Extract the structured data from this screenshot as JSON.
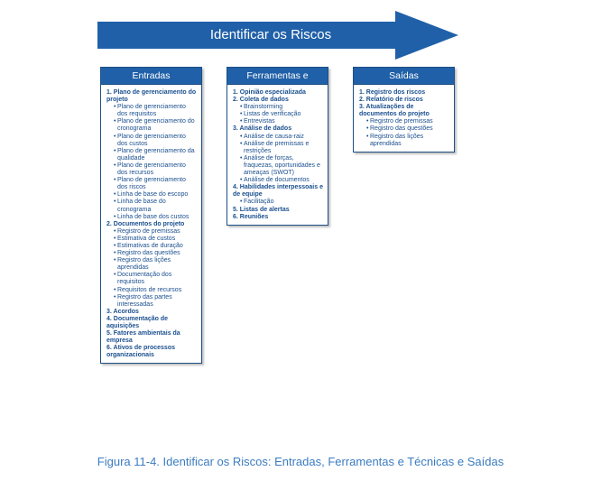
{
  "banner": {
    "title": "Identificar os Riscos",
    "color": "#2060a8"
  },
  "entradas": {
    "title": "Entradas",
    "lines": [
      {
        "type": "item",
        "text": "1. Plano de gerenciamento do projeto"
      },
      {
        "type": "sub",
        "text": "Plano de gerenciamento dos requisitos"
      },
      {
        "type": "sub",
        "text": "Plano de gerenciamento do cronograma"
      },
      {
        "type": "sub",
        "text": "Plano de gerenciamento dos custos"
      },
      {
        "type": "sub",
        "text": "Plano de gerenciamento da qualidade"
      },
      {
        "type": "sub",
        "text": "Plano de gerenciamento dos recursos"
      },
      {
        "type": "sub",
        "text": "Plano de gerenciamento dos riscos"
      },
      {
        "type": "sub",
        "text": "Linha de base do escopo"
      },
      {
        "type": "sub",
        "text": "Linha de base do cronograma"
      },
      {
        "type": "sub",
        "text": "Linha de base dos custos"
      },
      {
        "type": "item",
        "text": "2. Documentos do projeto"
      },
      {
        "type": "sub",
        "text": "Registro de premissas"
      },
      {
        "type": "sub",
        "text": "Estimativa de custos"
      },
      {
        "type": "sub",
        "text": "Estimativas de duração"
      },
      {
        "type": "sub",
        "text": "Registro das questões"
      },
      {
        "type": "sub",
        "text": "Registro das lições aprendidas"
      },
      {
        "type": "sub",
        "text": "Documentação dos requisitos"
      },
      {
        "type": "sub",
        "text": "Requisitos de recursos"
      },
      {
        "type": "sub",
        "text": "Registro das partes interessadas"
      },
      {
        "type": "item",
        "text": "3. Acordos"
      },
      {
        "type": "item",
        "text": "4. Documentação de aquisições"
      },
      {
        "type": "item",
        "text": "5. Fatores ambientais da empresa"
      },
      {
        "type": "item",
        "text": "6. Ativos de processos organizacionais"
      }
    ]
  },
  "ferramentas": {
    "title": "Ferramentas e Técnicas",
    "lines": [
      {
        "type": "item",
        "text": "1. Opinião especializada"
      },
      {
        "type": "item",
        "text": "2. Coleta de dados"
      },
      {
        "type": "sub",
        "text": "Brainstorming"
      },
      {
        "type": "sub",
        "text": "Listas de verificação"
      },
      {
        "type": "sub",
        "text": "Entrevistas"
      },
      {
        "type": "item",
        "text": "3. Análise de dados"
      },
      {
        "type": "sub",
        "text": "Análise de causa-raiz"
      },
      {
        "type": "sub",
        "text": "Análise de premissas e restrições"
      },
      {
        "type": "sub",
        "text": "Análise de forças, fraquezas, oportunidades e ameaças (SWOT)"
      },
      {
        "type": "sub",
        "text": "Análise de documentos"
      },
      {
        "type": "item",
        "text": "4. Habilidades interpessoais e de equipe"
      },
      {
        "type": "sub",
        "text": "Facilitação"
      },
      {
        "type": "item",
        "text": "5. Listas de alertas"
      },
      {
        "type": "item",
        "text": "6. Reuniões"
      }
    ]
  },
  "saidas": {
    "title": "Saídas",
    "lines": [
      {
        "type": "item",
        "text": "1. Registro dos riscos"
      },
      {
        "type": "item",
        "text": "2. Relatório de riscos"
      },
      {
        "type": "item",
        "text": "3. Atualizações de documentos do projeto"
      },
      {
        "type": "sub",
        "text": "Registro de premissas"
      },
      {
        "type": "sub",
        "text": "Registro das questões"
      },
      {
        "type": "sub",
        "text": "Registro das lições aprendidas"
      }
    ]
  },
  "caption": "Figura 11-4. Identificar os Riscos: Entradas, Ferramentas e Técnicas e Saídas"
}
